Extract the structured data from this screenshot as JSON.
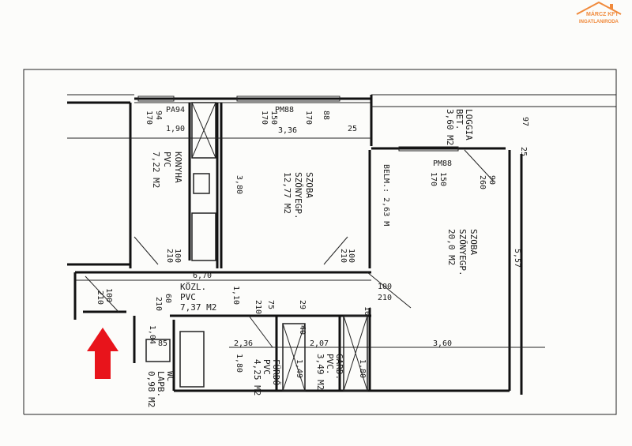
{
  "logo": {
    "line1": "MÁRCZ KFT",
    "line2": "INGATLANIRODA",
    "color": "#f08a3c"
  },
  "arrow": {
    "color": "#e8141b",
    "icon": "arrow-up-icon"
  },
  "rooms": {
    "kitchen": {
      "name": "KONYHA",
      "floor": "PVC",
      "area": "7,22 M2"
    },
    "room1": {
      "name": "SZOBA",
      "floor": "SZŐNYEGP.",
      "area": "12,77 M2"
    },
    "room2": {
      "name": "SZOBA",
      "floor": "SZŐNYEGP.",
      "area": "20,0 M2"
    },
    "loggia": {
      "name": "LOGGIA",
      "floor": "BET.",
      "area": "3,60 M2"
    },
    "hall": {
      "name": "KÖZL.",
      "floor": "PVC",
      "area": "7,37 M2"
    },
    "bath": {
      "name": "FÜRDŐ",
      "floor": "PVC",
      "area": "4,25 M2"
    },
    "wardrobe": {
      "name": "GARD.",
      "floor": "PVC.",
      "area": "3,49 M2"
    },
    "wc": {
      "name": "WC",
      "floor": "LAPB.",
      "area": "0,98 M2"
    }
  },
  "dims": {
    "pa94": "PA94",
    "d170a": "170",
    "d94": "94",
    "d190": "1,90",
    "pm88a": "PM88",
    "d170b": "170",
    "d150a": "150",
    "d170c": "170",
    "d88": "88",
    "d336": "3,36",
    "d25a": "25",
    "d380": "3,80",
    "height": "BELM.: 2,63 M",
    "pm88b": "PM88",
    "d170d": "170",
    "d150b": "150",
    "d90": "90",
    "d260": "260",
    "d97": "97",
    "d25b": "25",
    "d557": "5,57",
    "d360": "3,60",
    "d100a": "100",
    "d210a": "210",
    "d100b": "100",
    "d210b": "210",
    "d670": "6,70",
    "d110": "1,10",
    "d100c": "100",
    "d210c": "210",
    "d60": "60",
    "d210d": "210",
    "d210e": "210",
    "d75": "75",
    "d29": "29",
    "d104": "1,04",
    "d85": "85",
    "d236": "2,36",
    "d180a": "1,80",
    "d207": "2,07",
    "d149": "1,49",
    "d180b": "1,80",
    "d10": "10",
    "d40": "40",
    "d210f": "210"
  }
}
